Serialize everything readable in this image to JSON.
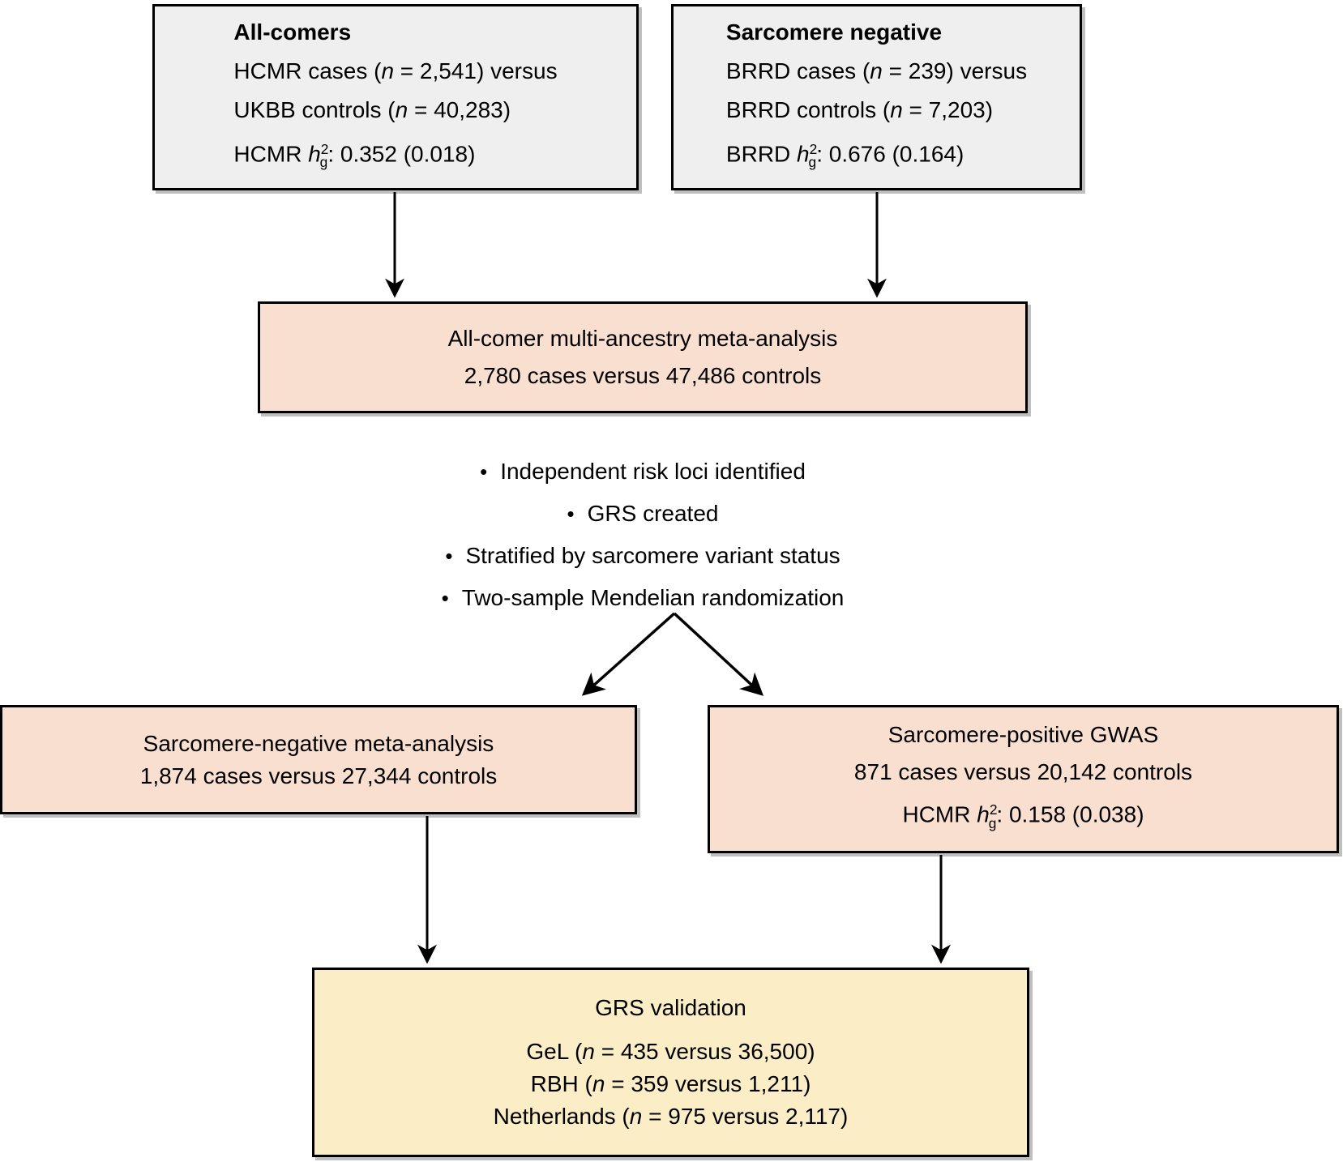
{
  "colors": {
    "box_gray": "#efefef",
    "box_pink": "#f9dfd0",
    "box_yellow": "#fbeec7",
    "border": "#000000"
  },
  "all_comers_box": {
    "title": "All-comers",
    "cases": {
      "pre": "HCMR cases (",
      "n": "n",
      "post": " = 2,541) versus"
    },
    "controls": {
      "pre": "UKBB controls (",
      "n": "n",
      "post": " = 40,283)"
    },
    "heritability": {
      "pre": "HCMR ",
      "h": "h",
      "sup": "2",
      "sub": "g",
      "post": ": 0.352 (0.018)"
    }
  },
  "sarcomere_negative_box": {
    "title": "Sarcomere negative",
    "cases": {
      "pre": "BRRD cases (",
      "n": "n",
      "post": " = 239) versus"
    },
    "controls": {
      "pre": "BRRD controls (",
      "n": "n",
      "post": " = 7,203)"
    },
    "heritability": {
      "pre": "BRRD ",
      "h": "h",
      "sup": "2",
      "sub": "g",
      "post": ": 0.676 (0.164)"
    }
  },
  "meta_analysis_box": {
    "line1": "All-comer multi-ancestry meta-analysis",
    "line2": "2,780 cases versus 47,486 controls"
  },
  "bullets": {
    "marker": "•",
    "items": [
      "Independent risk loci identified",
      "GRS created",
      "Stratified by sarcomere variant status",
      "Two-sample Mendelian randomization"
    ]
  },
  "sarcomere_negative_meta_box": {
    "line1": "Sarcomere-negative meta-analysis",
    "line2": "1,874 cases versus 27,344 controls"
  },
  "sarcomere_positive_gwas_box": {
    "line1": "Sarcomere-positive GWAS",
    "line2": "871 cases versus 20,142 controls",
    "heritability": {
      "pre": "HCMR ",
      "h": "h",
      "sup": "2",
      "sub": "g",
      "post": ": 0.158 (0.038)"
    }
  },
  "grs_validation_box": {
    "title": "GRS validation",
    "gel": {
      "pre": "GeL (",
      "n": "n",
      "post": " = 435 versus 36,500)"
    },
    "rbh": {
      "pre": "RBH (",
      "n": "n",
      "post": " = 359 versus 1,211)"
    },
    "netherlands": {
      "pre": "Netherlands (",
      "n": "n",
      "post": " = 975 versus 2,117)"
    }
  }
}
